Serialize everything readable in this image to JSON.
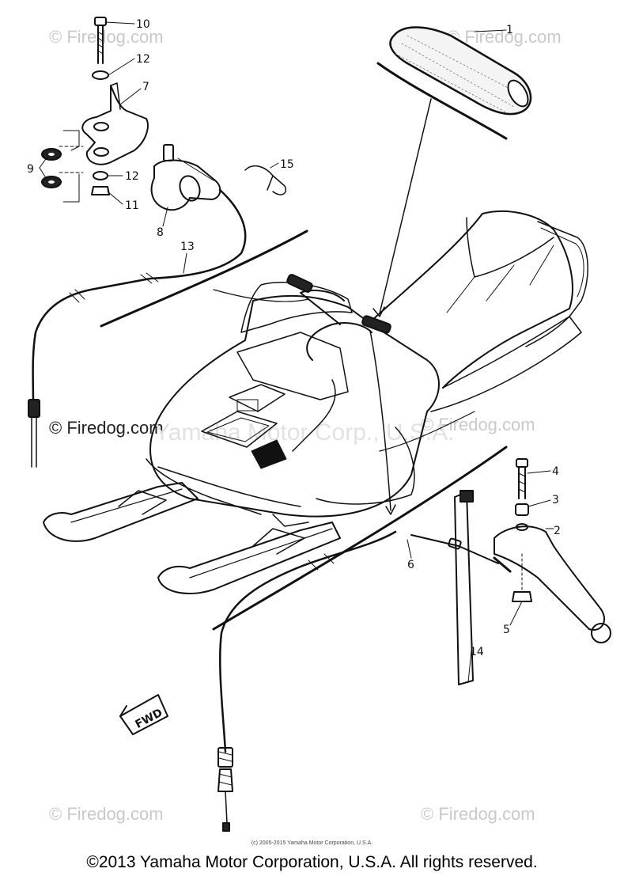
{
  "watermarks": {
    "top_left": "© Firedog.com",
    "top_right": "© Firedog.com",
    "mid_left": "© Firedog.com",
    "mid_right": "© Firedog.com",
    "bottom_left": "© Firedog.com",
    "bottom_right": "© Firedog.com",
    "ghost_center": "Yamaha Motor Corp., U.S.A."
  },
  "callouts": {
    "c1": "1",
    "c2": "2",
    "c3": "3",
    "c4": "4",
    "c5": "5",
    "c6": "6",
    "c7": "7",
    "c8": "8",
    "c9": "9",
    "c10": "10",
    "c11": "11",
    "c12a": "12",
    "c12b": "12",
    "c13": "13",
    "c14": "14",
    "c15": "15"
  },
  "fwd_label": "FWD",
  "small_copyright": "(c) 2005-2015 Yamaha Motor Corporation, U.S.A.",
  "footer": "©2013 Yamaha Motor Corporation, U.S.A. All rights reserved."
}
